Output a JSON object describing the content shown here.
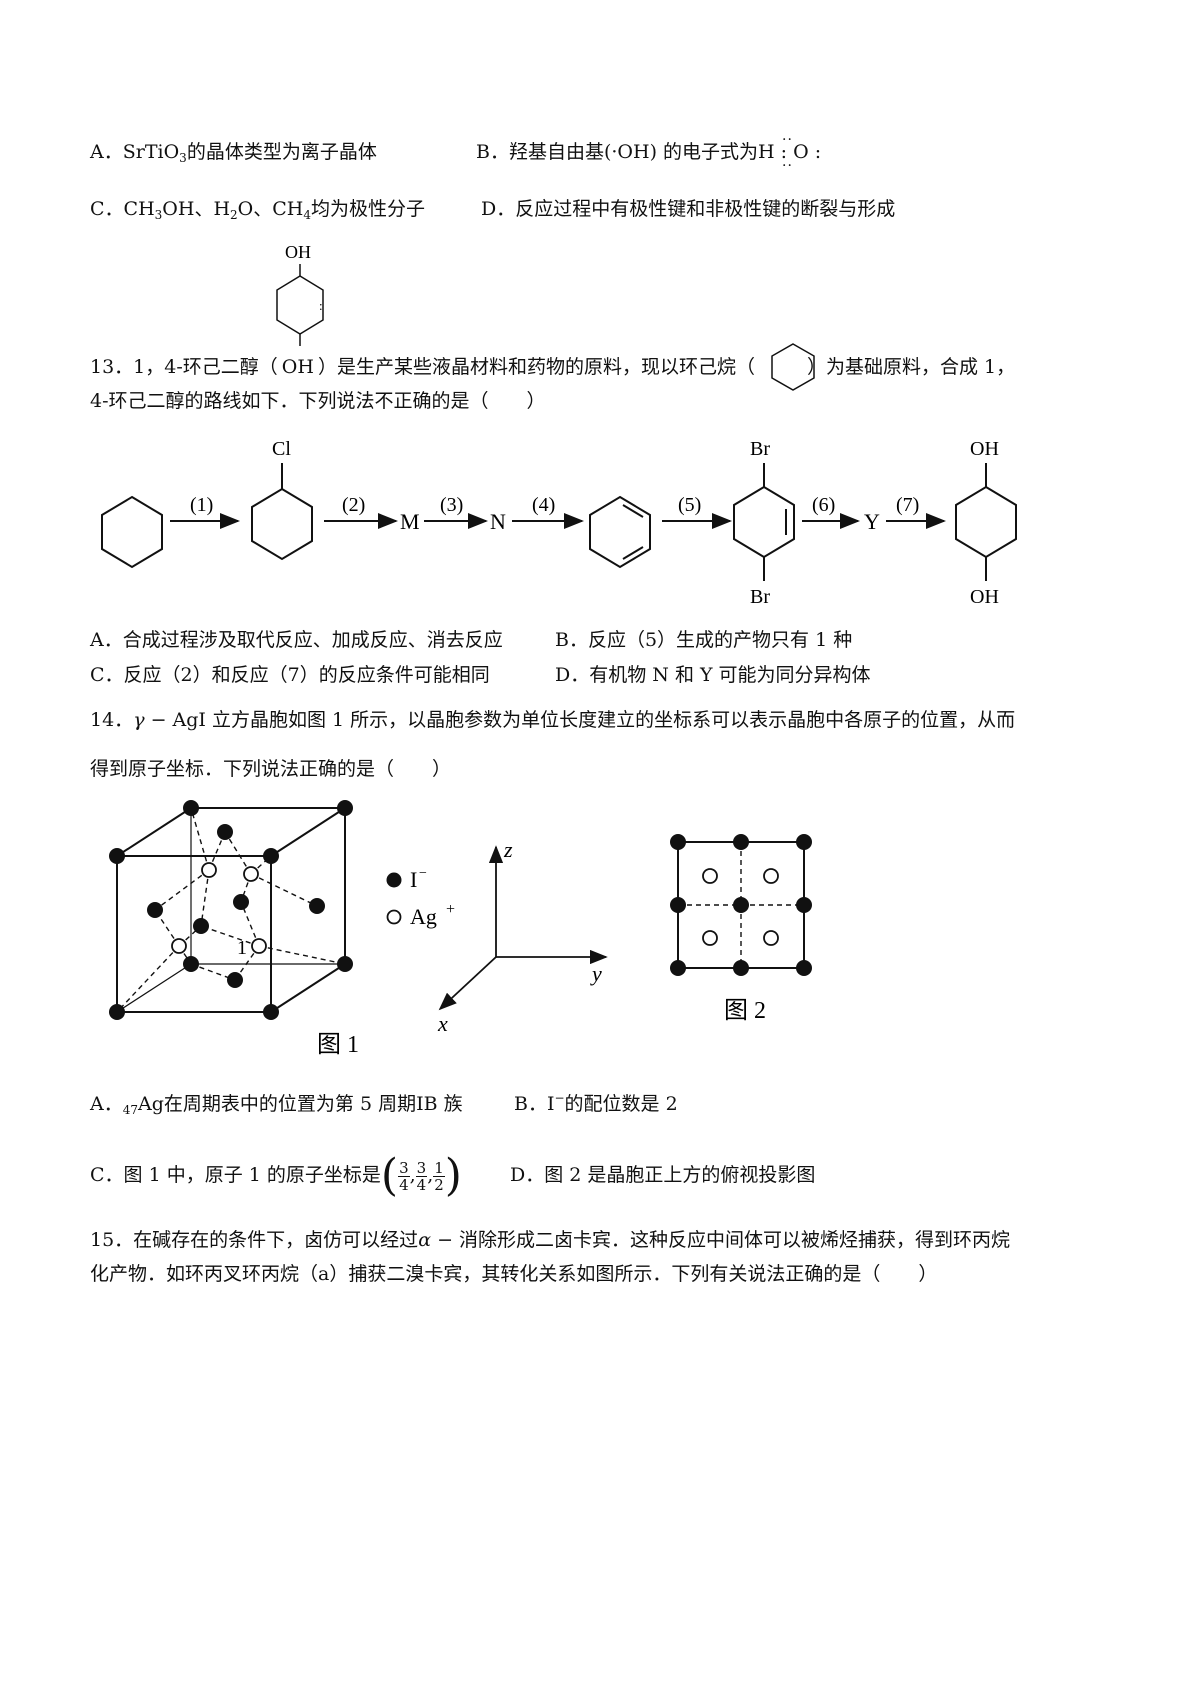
{
  "q12": {
    "A_label": "A．",
    "A_formula": "SrTiO",
    "A_sub": "3",
    "A_text": "的晶体类型为离子晶体",
    "B_label": "B．",
    "B_text": "羟基自由基(·OH) 的电子式为",
    "B_formula": "H : O :",
    "C_label": "C．",
    "C_part1": "CH",
    "C_sub1": "3",
    "C_part2": "OH、H",
    "C_sub2": "2",
    "C_part3": "O、CH",
    "C_sub3": "4",
    "C_text": "均为极性分子",
    "D_label": "D．",
    "D_text": "反应过程中有极性键和非极性键的断裂与形成"
  },
  "q13": {
    "stem_line1_a": "13．1，4-环己二醇（",
    "stem_line1_b": "）是生产某些液晶材料和药物的原料，现以环己烷（",
    "stem_line1_c": "）为基础原料，合成 1，",
    "stem_line2": "4-环己二醇的路线如下．下列说法不正确的是（　　）",
    "inline_oh_top": "OH",
    "inline_oh_bottom": "OH",
    "scheme": {
      "cl": "Cl",
      "br_top": "Br",
      "br_bottom": "Br",
      "oh_top": "OH",
      "oh_bottom": "OH",
      "step1": "(1)",
      "step2": "(2)",
      "step3": "(3)",
      "step4": "(4)",
      "step5": "(5)",
      "step6": "(6)",
      "step7": "(7)",
      "M": "M",
      "N": "N",
      "Y": "Y"
    },
    "A": "A．合成过程涉及取代反应、加成反应、消去反应",
    "B": "B．反应（5）生成的产物只有 1 种",
    "C": "C．反应（2）和反应（7）的反应条件可能相同",
    "D": "D．有机物 N 和 Y 可能为同分异构体"
  },
  "q14": {
    "stem_line1_a": "14．",
    "stem_gamma": "γ",
    "stem_line1_b": " − AgI 立方晶胞如图 1 所示，以晶胞参数为单位长度建立的坐标系可以表示晶胞中各原子的位置，从而",
    "stem_line2": "得到原子坐标．下列说法正确的是（　　）",
    "fig1_caption": "图 1",
    "fig2_caption": "图 2",
    "atom_label_1": "1",
    "legend_i": "I",
    "legend_i_sup": "−",
    "legend_ag": "Ag",
    "legend_ag_sup": "+",
    "axis_z": "z",
    "axis_y": "y",
    "axis_x": "x",
    "A_label": "A．",
    "A_sub": "47",
    "A_ag": "Ag",
    "A_text": "在周期表中的位置为第 5 周期",
    "A_group": "IB",
    "A_tail": " 族",
    "B_label": "B．",
    "B_i": "I",
    "B_sup": "−",
    "B_text": "的配位数是 2",
    "C_label": "C．",
    "C_text": "图 1 中，原子 1 的原子坐标是",
    "C_f1_num": "3",
    "C_f1_den": "4",
    "C_f2_num": "3",
    "C_f2_den": "4",
    "C_f3_num": "1",
    "C_f3_den": "2",
    "D": "D．图 2 是晶胞正上方的俯视投影图"
  },
  "q15": {
    "line1_a": "15．在碱存在的条件下，卤仿可以经过",
    "alpha": "α",
    "line1_b": " − 消除形成二卤卡宾．这种反应中间体可以被烯烃捕获，得到环丙烷",
    "line2": "化产物．如环丙叉环丙烷（a）捕获二溴卡宾，其转化关系如图所示．下列有关说法正确的是（　　）"
  }
}
